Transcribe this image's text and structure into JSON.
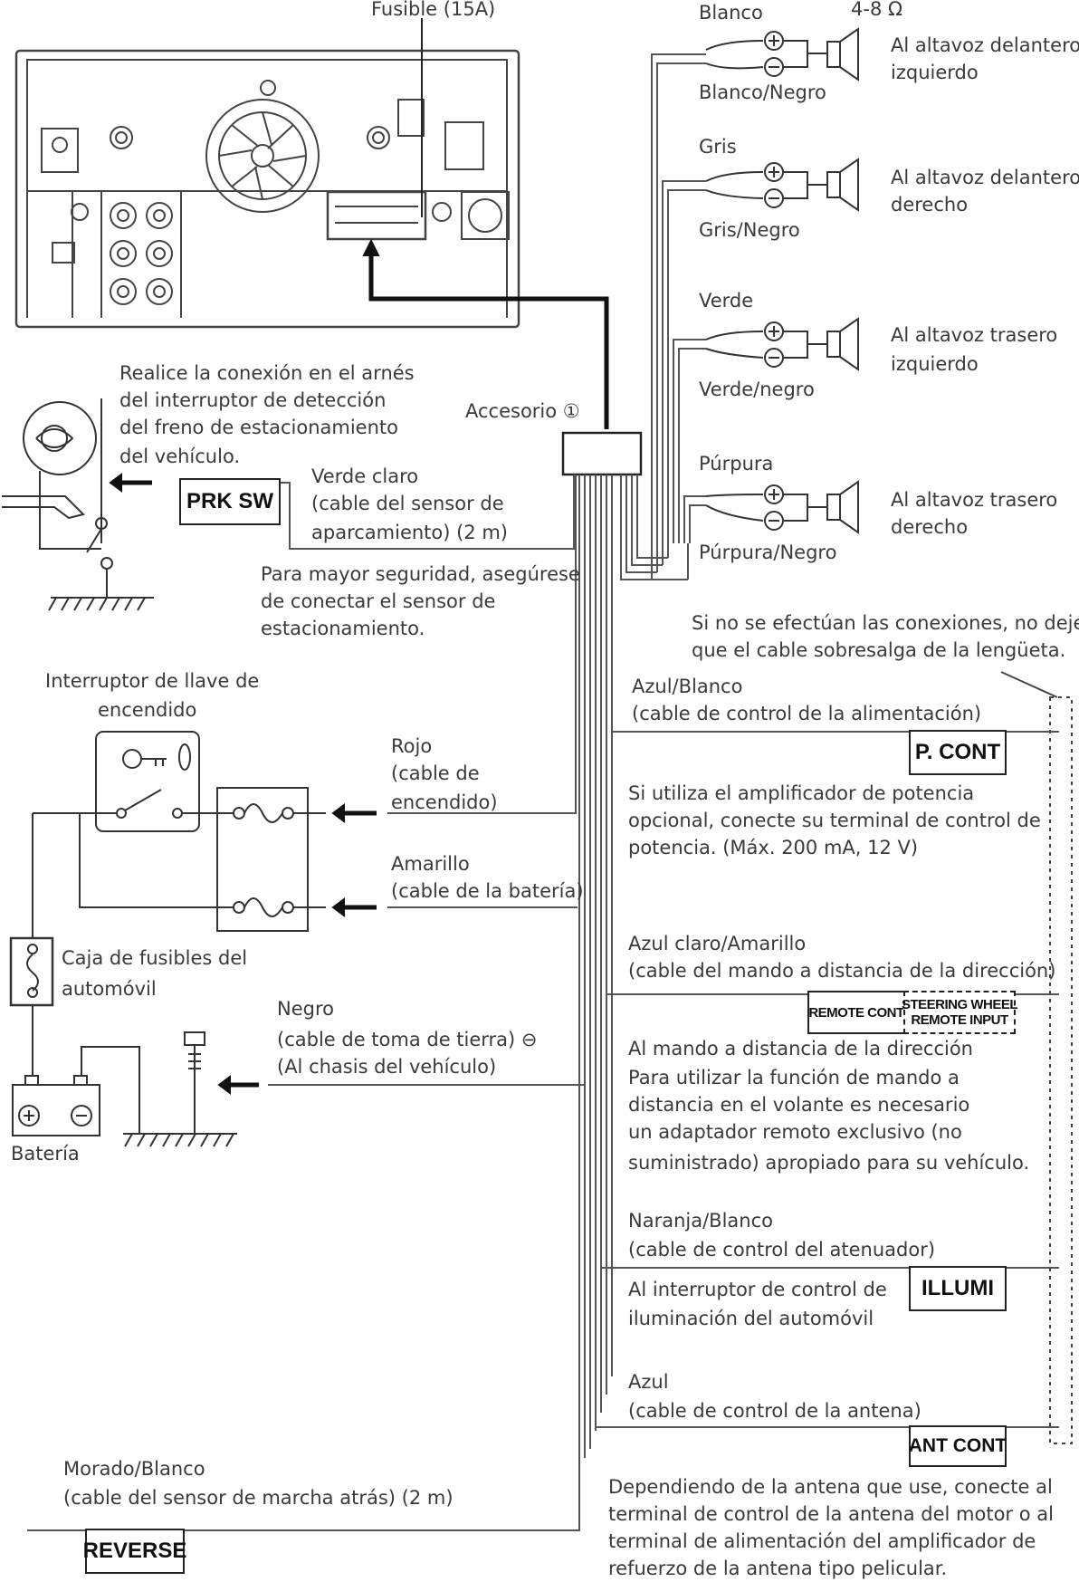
{
  "top": {
    "fuse": "Fusible (15A)",
    "impedance": "4-8 Ω"
  },
  "speakers": [
    {
      "plus_color": "Blanco",
      "minus_color": "Blanco/Negro",
      "dest": [
        "Al altavoz delantero",
        "izquierdo"
      ]
    },
    {
      "plus_color": "Gris",
      "minus_color": "Gris/Negro",
      "dest": [
        "Al altavoz delantero",
        "derecho"
      ]
    },
    {
      "plus_color": "Verde",
      "minus_color": "Verde/negro",
      "dest": [
        "Al altavoz trasero",
        "izquierdo"
      ]
    },
    {
      "plus_color": "Púrpura",
      "minus_color": "Púrpura/Negro",
      "dest": [
        "Al altavoz trasero",
        "derecho"
      ]
    }
  ],
  "parking": {
    "note": [
      "Realice la conexión en el arnés",
      "del interruptor de detección",
      "del freno de estacionamiento",
      "del vehículo."
    ],
    "accessory": "Accesorio ①",
    "wire": [
      "Verde claro",
      "(cable del sensor de",
      "aparcamiento) (2 m)"
    ],
    "label": "PRK SW",
    "safety": [
      "Para mayor seguridad, asegúrese",
      "de conectar el sensor de",
      "estacionamiento."
    ]
  },
  "tab_note": [
    "Si no se efectúan las conexiones, no deje",
    "que el cable sobresalga de la lengüeta."
  ],
  "ignition": {
    "switch_title": [
      "Interruptor de llave de",
      "encendido"
    ],
    "red_wire": [
      "Rojo",
      "(cable de",
      "encendido)"
    ],
    "yellow_wire": [
      "Amarillo",
      "(cable de la batería)"
    ],
    "fuse_box": [
      "Caja de fusibles del",
      "automóvil"
    ],
    "battery": "Batería"
  },
  "ground": [
    "Negro",
    "(cable de toma de tierra) ⊖",
    "(Al chasis del vehículo)"
  ],
  "pcont": {
    "wire": [
      "Azul/Blanco",
      "(cable de control de la alimentación)"
    ],
    "label": "P. CONT",
    "note": [
      "Si utiliza el amplificador de potencia",
      "opcional, conecte su terminal de control de",
      "potencia. (Máx. 200 mA, 12 V)"
    ]
  },
  "steering": {
    "wire": [
      "Azul claro/Amarillo",
      "(cable del mando a distancia de la dirección)"
    ],
    "label_left": "REMOTE CONT",
    "label_right": [
      "STEERING WHEEL",
      "REMOTE INPUT"
    ],
    "note": [
      "Al mando a distancia de la dirección",
      "Para utilizar la función de mando a",
      "distancia en el volante es necesario",
      "un adaptador remoto exclusivo (no",
      "suministrado) apropiado para su vehículo."
    ]
  },
  "illumi": {
    "wire": [
      "Naranja/Blanco",
      "(cable de control del atenuador)"
    ],
    "label": "ILLUMI",
    "note": [
      "Al interruptor de control de",
      "iluminación del automóvil"
    ]
  },
  "antcont": {
    "wire": [
      "Azul",
      "(cable de control de la antena)"
    ],
    "label": "ANT CONT",
    "note": [
      "Dependiendo de la antena que use, conecte al",
      "terminal de control de la antena del motor o al",
      "terminal de alimentación del amplificador de",
      "refuerzo de la antena tipo pelicular."
    ]
  },
  "reverse": {
    "wire": [
      "Morado/Blanco",
      "(cable del sensor de marcha atrás) (2 m)"
    ],
    "label": "REVERSE"
  }
}
